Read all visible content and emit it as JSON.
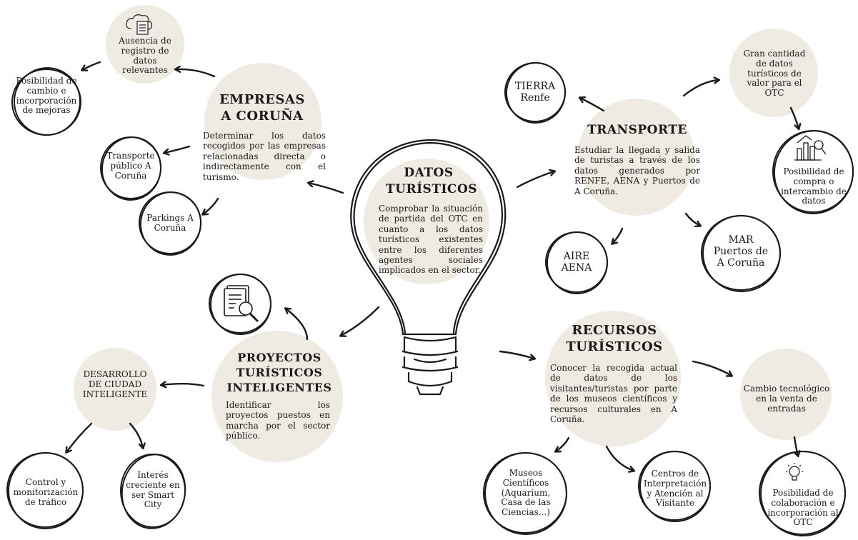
{
  "colors": {
    "blob": "#efebe2",
    "ink": "#1a1a1a",
    "background": "#ffffff"
  },
  "center": {
    "title_line1": "DATOS",
    "title_line2": "TURÍSTICOS",
    "description": "Comprobar la situación de partida del OTC en cuanto a los datos turísticos existentes entre los diferentes agentes sociales implicados en el sector."
  },
  "empresas": {
    "title_line1": "EMPRESAS",
    "title_line2": "A CORUÑA",
    "description": "Determinar los datos recogidos por las empresas relacionadas directa o indirectamente con el turismo.",
    "ausencia": "Ausencia de registro de datos relevantes",
    "ausencia_icon": "cloud-document-icon",
    "posibilidad": "Posibilidad de cambio e incorporación de mejoras",
    "transporte_publico": "Transporte público A Coruña",
    "parkings": "Parkings A Coruña"
  },
  "transporte": {
    "title": "TRANSPORTE",
    "description": "Estudiar la llegada y salida de turistas a través de los datos generados por RENFE, AENA y Puertos de A Coruña.",
    "tierra_line1": "TIERRA",
    "tierra_line2": "Renfe",
    "aire_line1": "AIRE",
    "aire_line2": "AENA",
    "mar_line1": "MAR",
    "mar_line2": "Puertos de",
    "mar_line3": "A Coruña",
    "gran_cantidad": "Gran cantidad de datos turísticos de valor para el OTC",
    "compra": "Posibilidad de compra o intercambio de datos",
    "compra_icon": "bar-chart-search-icon"
  },
  "proyectos": {
    "title_line1": "PROYECTOS",
    "title_line2": "TURÍSTICOS",
    "title_line3": "INTELIGENTES",
    "description": "Identificar los proyectos puestos en marcha por el sector público.",
    "doc_icon": "document-search-icon",
    "desarrollo_line1": "DESARROLLO",
    "desarrollo_line2": "DE CIUDAD",
    "desarrollo_line3": "INTELIGENTE",
    "control": "Control y monitorización de tráfico",
    "interes": "Interés creciente en ser Smart City"
  },
  "recursos": {
    "title_line1": "RECURSOS",
    "title_line2": "TURÍSTICOS",
    "description": "Conocer la recogida actual de datos de los visitantes/turistas por parte de los museos científicos y recursos culturales en A Coruña.",
    "cambio": "Cambio tecnológico en la venta de entradas",
    "museos": "Museos Científicos (Aquarium, Casa de las Ciencias...)",
    "centros": "Centros de Interpretación y Atención al Visitante",
    "colaboracion": "Posibilidad de colaboración e incorporación al OTC",
    "colaboracion_icon": "lightbulb-icon"
  }
}
